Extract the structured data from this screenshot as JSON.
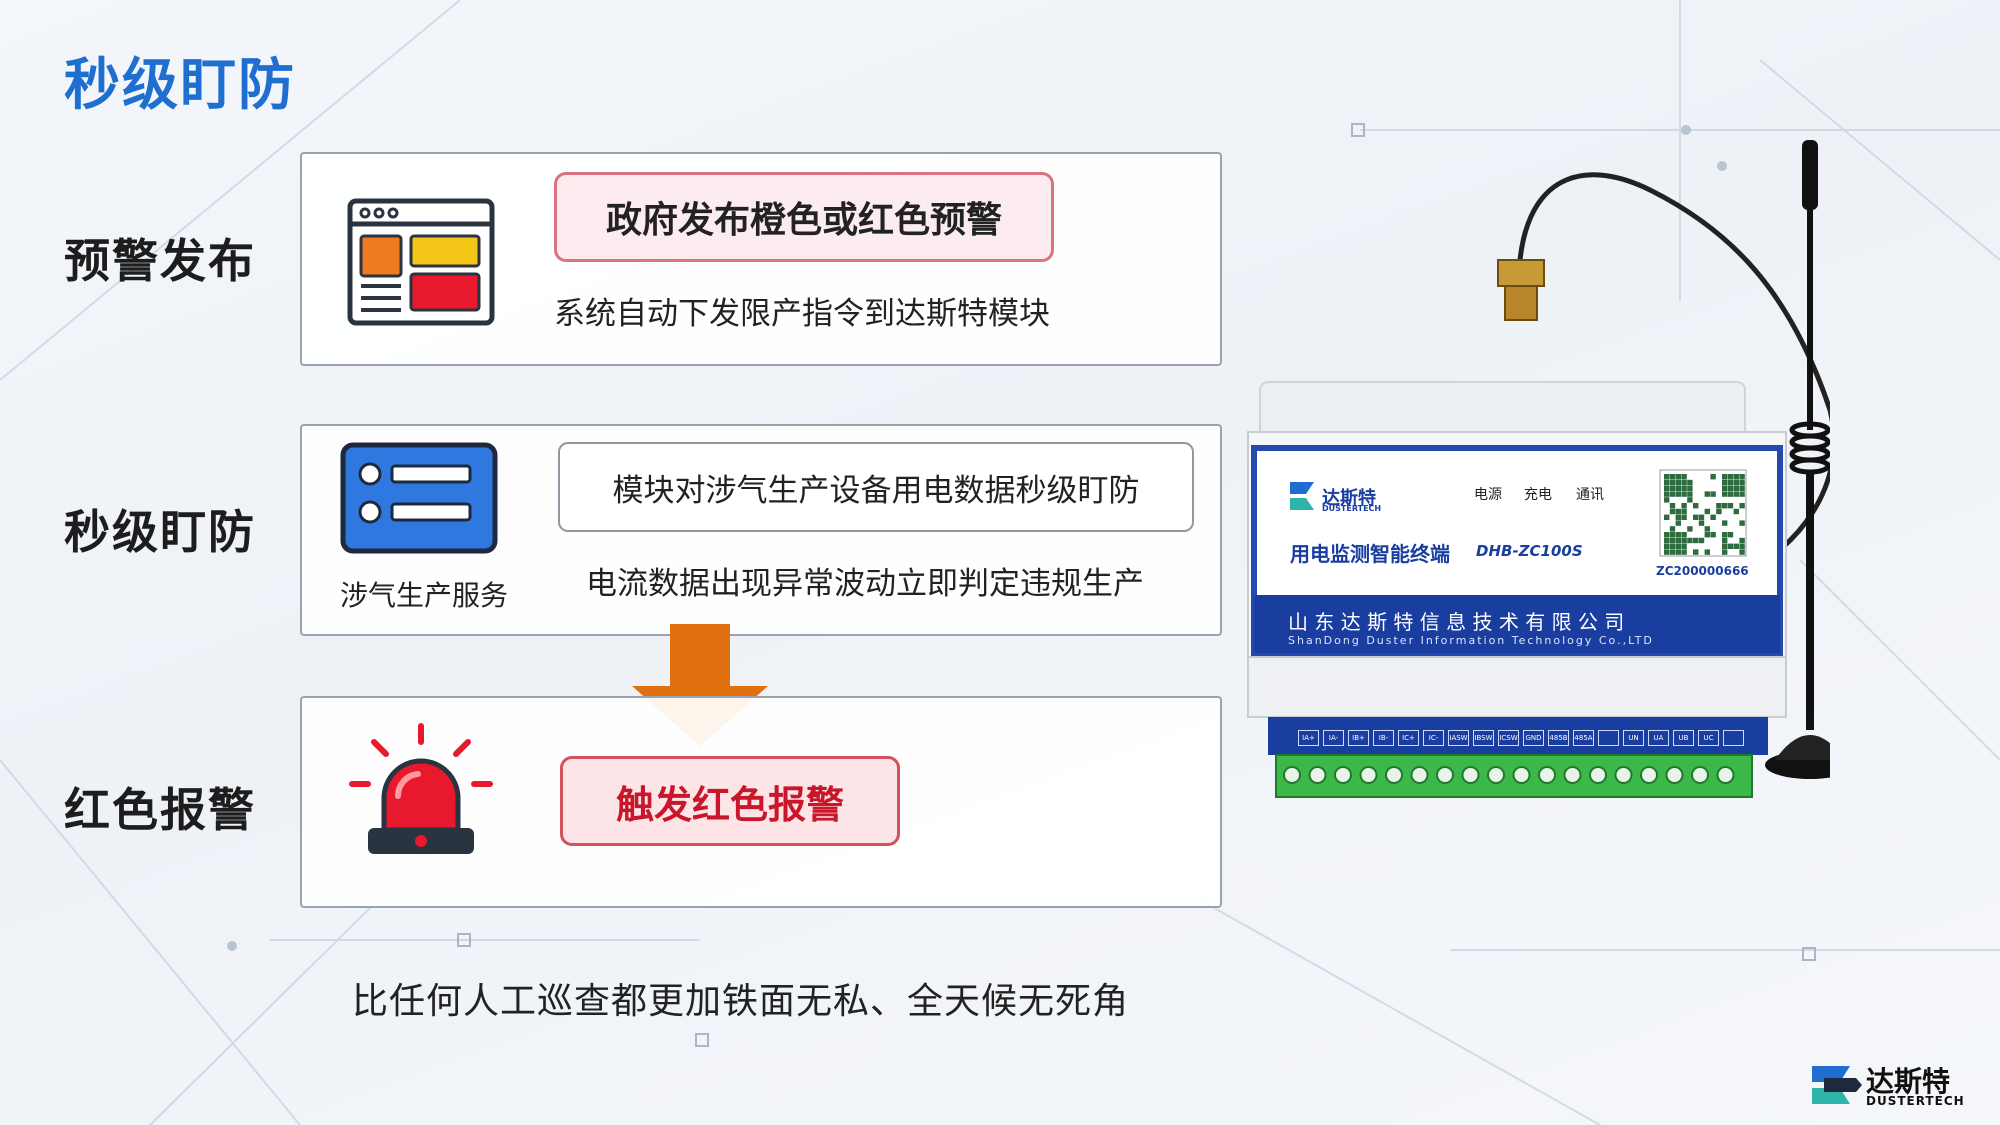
{
  "title": "秒级盯防",
  "rows": [
    {
      "label": "预警发布",
      "headline": "政府发布橙色或红色预警",
      "description": "系统自动下发限产指令到达斯特模块"
    },
    {
      "label": "秒级盯防",
      "icon_caption": "涉气生产服务",
      "headline": "模块对涉气生产设备用电数据秒级盯防",
      "description": "电流数据出现异常波动立即判定违规生产"
    },
    {
      "label": "红色报警",
      "headline": "触发红色报警"
    }
  ],
  "footer": "比任何人工巡查都更加铁面无私、全天候无死角",
  "device": {
    "brand_cn": "达斯特",
    "brand_en": "DUSTERTECH",
    "indicators": [
      "电源",
      "充电",
      "通讯"
    ],
    "product_name": "用电监测智能终端",
    "model": "DHB-ZC100S",
    "serial": "ZC200000666",
    "company_cn": "山 东 达 斯 特 信 息 技 术 有 限 公 司",
    "company_en": "ShanDong Duster Information Technology Co.,LTD",
    "terminals": [
      "IA+",
      "IA-",
      "IB+",
      "IB-",
      "IC+",
      "IC-",
      "IASW",
      "IBSW",
      "ICSW",
      "GND",
      "485B",
      "485A",
      "",
      "UN",
      "UA",
      "UB",
      "UC",
      ""
    ]
  },
  "logo": {
    "name": "达斯特",
    "sub": "DUSTERTECH"
  },
  "colors": {
    "title": "#1f6fd1",
    "alarm_red": "#c8172a",
    "arrow_orange": "#e07010",
    "device_blue": "#1a3ea0"
  },
  "icons": [
    "browser-window-icon",
    "list-card-icon",
    "down-arrow-icon",
    "siren-icon",
    "antenna-icon"
  ]
}
